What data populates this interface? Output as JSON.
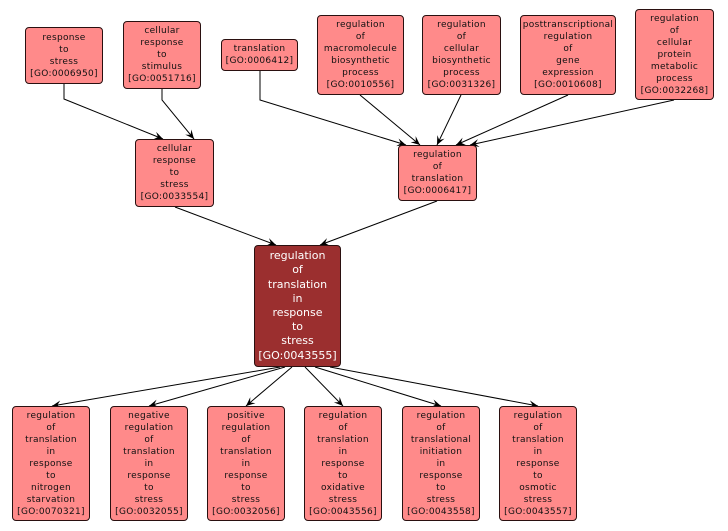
{
  "colors": {
    "node_fill": "#ff8a8a",
    "focus_fill": "#9b2f2f",
    "edge": "#000000"
  },
  "nodes": [
    {
      "id": "GO:0006950",
      "lines": [
        "response",
        "to",
        "stress"
      ],
      "go": "[GO:0006950]"
    },
    {
      "id": "GO:0051716",
      "lines": [
        "cellular",
        "response",
        "to",
        "stimulus"
      ],
      "go": "[GO:0051716]"
    },
    {
      "id": "GO:0006412",
      "lines": [
        "translation"
      ],
      "go": "[GO:0006412]"
    },
    {
      "id": "GO:0010556",
      "lines": [
        "regulation",
        "of",
        "macromolecule",
        "biosynthetic",
        "process"
      ],
      "go": "[GO:0010556]"
    },
    {
      "id": "GO:0031326",
      "lines": [
        "regulation",
        "of",
        "cellular",
        "biosynthetic",
        "process"
      ],
      "go": "[GO:0031326]"
    },
    {
      "id": "GO:0010608",
      "lines": [
        "posttranscriptional",
        "regulation",
        "of",
        "gene",
        "expression"
      ],
      "go": "[GO:0010608]"
    },
    {
      "id": "GO:0032268",
      "lines": [
        "regulation",
        "of",
        "cellular",
        "protein",
        "metabolic",
        "process"
      ],
      "go": "[GO:0032268]"
    },
    {
      "id": "GO:0033554",
      "lines": [
        "cellular",
        "response",
        "to",
        "stress"
      ],
      "go": "[GO:0033554]"
    },
    {
      "id": "GO:0006417",
      "lines": [
        "regulation",
        "of",
        "translation"
      ],
      "go": "[GO:0006417]"
    },
    {
      "id": "GO:0043555",
      "lines": [
        "regulation",
        "of",
        "translation",
        "in",
        "response",
        "to",
        "stress"
      ],
      "go": "[GO:0043555]",
      "focus": true
    },
    {
      "id": "GO:0070321",
      "lines": [
        "regulation",
        "of",
        "translation",
        "in",
        "response",
        "to",
        "nitrogen",
        "starvation"
      ],
      "go": "[GO:0070321]"
    },
    {
      "id": "GO:0032055",
      "lines": [
        "negative",
        "regulation",
        "of",
        "translation",
        "in",
        "response",
        "to",
        "stress"
      ],
      "go": "[GO:0032055]"
    },
    {
      "id": "GO:0032056",
      "lines": [
        "positive",
        "regulation",
        "of",
        "translation",
        "in",
        "response",
        "to",
        "stress"
      ],
      "go": "[GO:0032056]"
    },
    {
      "id": "GO:0043556",
      "lines": [
        "regulation",
        "of",
        "translation",
        "in",
        "response",
        "to",
        "oxidative",
        "stress"
      ],
      "go": "[GO:0043556]"
    },
    {
      "id": "GO:0043558",
      "lines": [
        "regulation",
        "of",
        "translational",
        "initiation",
        "in",
        "response",
        "to",
        "stress"
      ],
      "go": "[GO:0043558]"
    },
    {
      "id": "GO:0043557",
      "lines": [
        "regulation",
        "of",
        "translation",
        "in",
        "response",
        "to",
        "osmotic",
        "stress"
      ],
      "go": "[GO:0043557]"
    }
  ],
  "edges": [
    {
      "from": "GO:0006950",
      "to": "GO:0033554"
    },
    {
      "from": "GO:0051716",
      "to": "GO:0033554"
    },
    {
      "from": "GO:0006412",
      "to": "GO:0006417"
    },
    {
      "from": "GO:0010556",
      "to": "GO:0006417"
    },
    {
      "from": "GO:0031326",
      "to": "GO:0006417"
    },
    {
      "from": "GO:0010608",
      "to": "GO:0006417"
    },
    {
      "from": "GO:0032268",
      "to": "GO:0006417"
    },
    {
      "from": "GO:0033554",
      "to": "GO:0043555"
    },
    {
      "from": "GO:0006417",
      "to": "GO:0043555"
    },
    {
      "from": "GO:0043555",
      "to": "GO:0070321"
    },
    {
      "from": "GO:0043555",
      "to": "GO:0032055"
    },
    {
      "from": "GO:0043555",
      "to": "GO:0032056"
    },
    {
      "from": "GO:0043555",
      "to": "GO:0043556"
    },
    {
      "from": "GO:0043555",
      "to": "GO:0043558"
    },
    {
      "from": "GO:0043555",
      "to": "GO:0043557"
    }
  ]
}
